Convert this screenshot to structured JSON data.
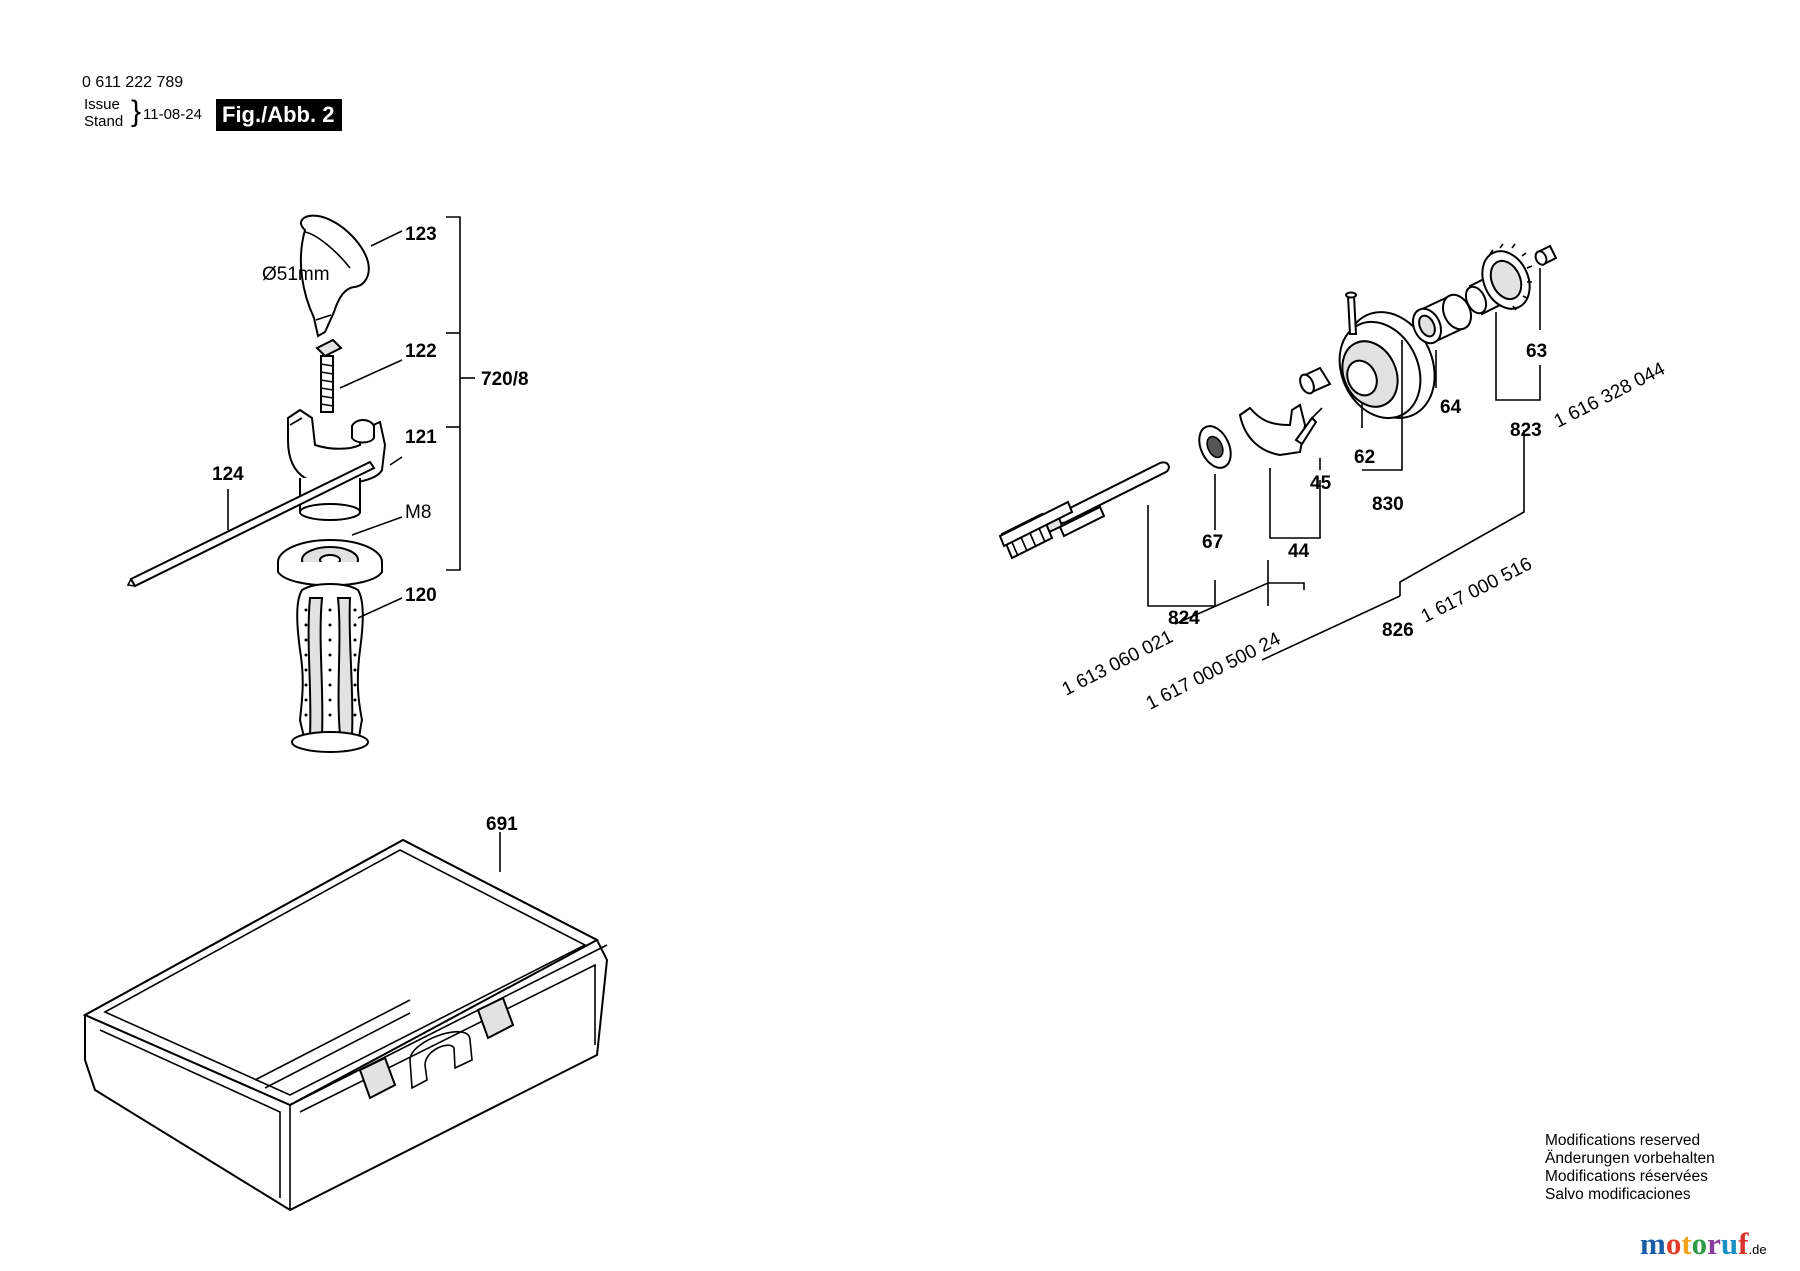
{
  "header": {
    "doc_number": "0 611 222 789",
    "issue_label_en": "Issue",
    "issue_label_de": "Stand",
    "issue_date": "11-08-24",
    "figure_label": "Fig./Abb. 2"
  },
  "callouts": {
    "p123": "123",
    "dia51": "Ø51mm",
    "p122": "122",
    "p720_8": "720/8",
    "p121": "121",
    "p124": "124",
    "m8": "M8",
    "p120": "120",
    "p691": "691",
    "p63": "63",
    "p64": "64",
    "p62": "62",
    "p45": "45",
    "p830": "830",
    "p67": "67",
    "p44": "44",
    "p823": "823",
    "p824": "824",
    "p826": "826",
    "num_1616328044": "1 616 328 044",
    "num_1613060021": "1 613 060 021",
    "num_1617000500_24": "1 617 000 500 24",
    "num_1617000516": "1 617 000 516"
  },
  "notes": [
    "Modifications reserved",
    "Änderungen vorbehalten",
    "Modifications réservées",
    "Salvo modificaciones"
  ],
  "brand": {
    "name": "motoruf",
    "tld": ".de",
    "colors": [
      "#1a5ea8",
      "#e23b2a",
      "#f3a21b",
      "#2e9a45",
      "#8a3fa0",
      "#1a8fc1",
      "#d9342b"
    ]
  }
}
